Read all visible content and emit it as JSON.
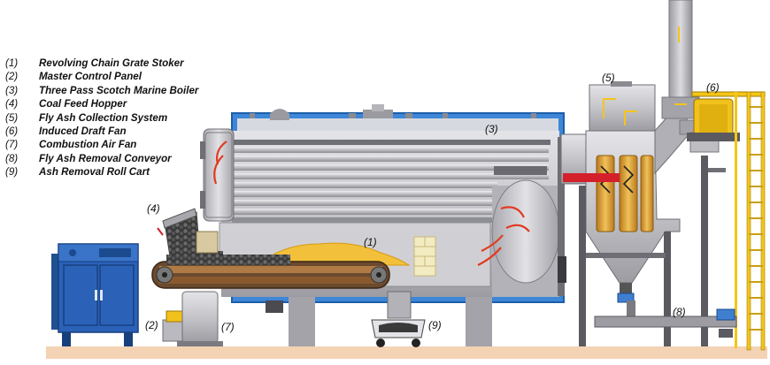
{
  "legend": [
    {
      "num": "(1)",
      "label": "Revolving Chain Grate Stoker"
    },
    {
      "num": "(2)",
      "label": "Master Control Panel"
    },
    {
      "num": "(3)",
      "label": "Three Pass Scotch Marine Boiler"
    },
    {
      "num": "(4)",
      "label": "Coal Feed Hopper"
    },
    {
      "num": "(5)",
      "label": "Fly Ash Collection System"
    },
    {
      "num": "(6)",
      "label": "Induced Draft Fan"
    },
    {
      "num": "(7)",
      "label": "Combustion Air Fan"
    },
    {
      "num": "(8)",
      "label": "Fly Ash Removal Conveyor"
    },
    {
      "num": "(9)",
      "label": "Ash Removal Roll Cart"
    }
  ],
  "callouts": {
    "c1": "(1)",
    "c2": "(2)",
    "c3": "(3)",
    "c4": "(4)",
    "c5": "(5)",
    "c6": "(6)",
    "c7": "(7)",
    "c8": "(8)",
    "c9": "(9)"
  },
  "colors": {
    "steel": "#c8c8cc",
    "steel_dark": "#8d8d93",
    "water_blue": "#2f7fd6",
    "flame_red": "#e23a22",
    "ash_yellow": "#f2c03a",
    "panel_blue": "#2b62b8",
    "ground": "#f4d2b4",
    "flue_red": "#d4202a",
    "cyclone_gold": "#d79a2b",
    "railing_yellow": "#f5c518"
  }
}
